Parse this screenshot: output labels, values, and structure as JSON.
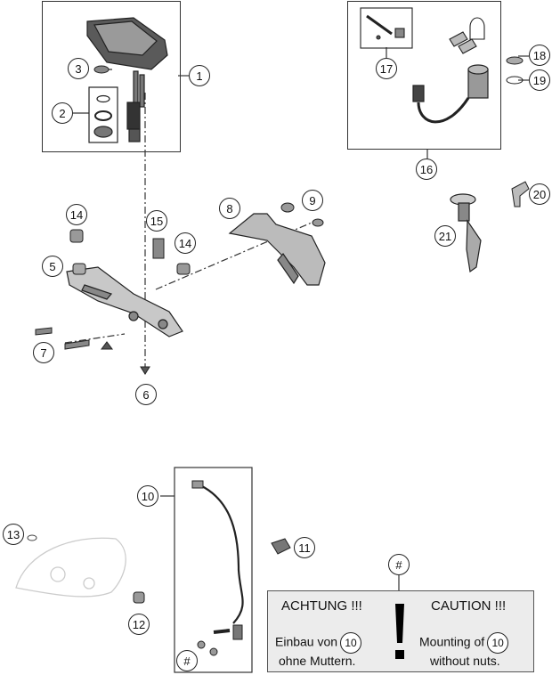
{
  "callouts": {
    "c1": "1",
    "c2": "2",
    "c3": "3",
    "c4": "14",
    "c5": "5",
    "c6": "6",
    "c7": "7",
    "c8": "8",
    "c9": "9",
    "c10": "10",
    "c11": "11",
    "c12": "12",
    "c13": "13",
    "c14b": "14",
    "c15": "15",
    "c16": "16",
    "c17": "17",
    "c18": "18",
    "c19": "19",
    "c20": "20",
    "c21": "21",
    "hash_top": "#",
    "hash_bottom": "#"
  },
  "note": {
    "de_title": "ACHTUNG !!!",
    "en_title": "CAUTION !!!",
    "de_line1": "Einbau von",
    "de_line2": "ohne Muttern.",
    "en_line1": "Mounting of",
    "en_line2": "without nuts.",
    "ref_de": "10",
    "ref_en": "10"
  }
}
